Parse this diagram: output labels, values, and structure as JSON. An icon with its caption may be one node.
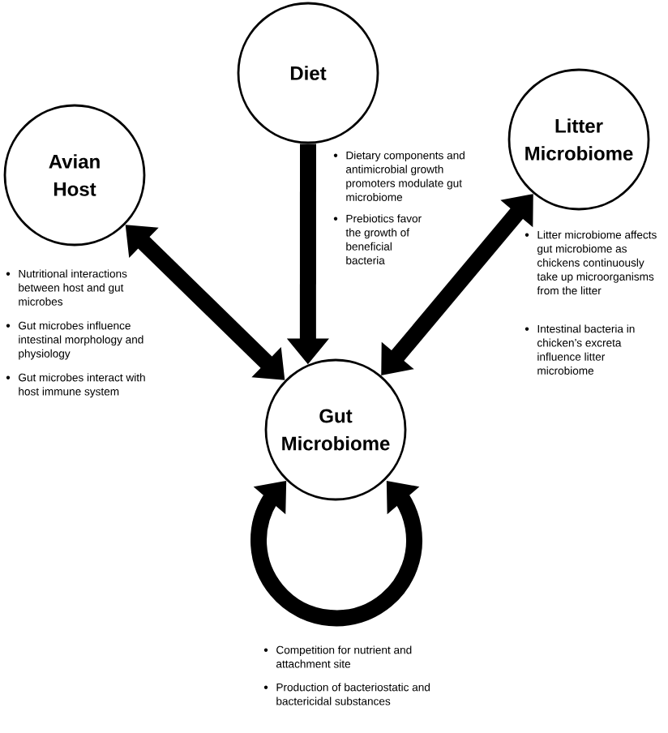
{
  "diagram": {
    "nodes": [
      {
        "text": [
          "Diet"
        ],
        "beside": [
          "Dietary components and antimicrobial growth promoters modulate gut microbiome",
          "Prebiotics favor the growth of beneficial bacteria"
        ]
      },
      {
        "text": [
          "Avian Host"
        ],
        "beside": [
          "Nutritional interactions between host and gut microbes",
          "Gut microbes influence intestinal morphology and physiology",
          "Gut microbes interact with host immune system"
        ]
      },
      {
        "text": [
          "Litter Microbiome"
        ],
        "beside": [
          "Litter microbiome affects gut microbiome as chickens continuously take up microorganisms from the litter",
          "Intestinal bacteria in chicken’s excreta influence litter microbiome"
        ]
      },
      {
        "text": [
          "Gut Microbiome"
        ],
        "beside": [
          "Competition for nutrient and attachment site",
          "Production of bacteriostatic and bactericidal substances"
        ]
      }
    ],
    "edges": [
      {
        "from": 1,
        "to": 3,
        "arrow": "both"
      },
      {
        "from": 0,
        "to": 3,
        "arrow": "to"
      },
      {
        "from": 2,
        "to": 3,
        "arrow": "both"
      },
      {
        "from": 3,
        "to": 3,
        "arrow": "both"
      }
    ]
  }
}
